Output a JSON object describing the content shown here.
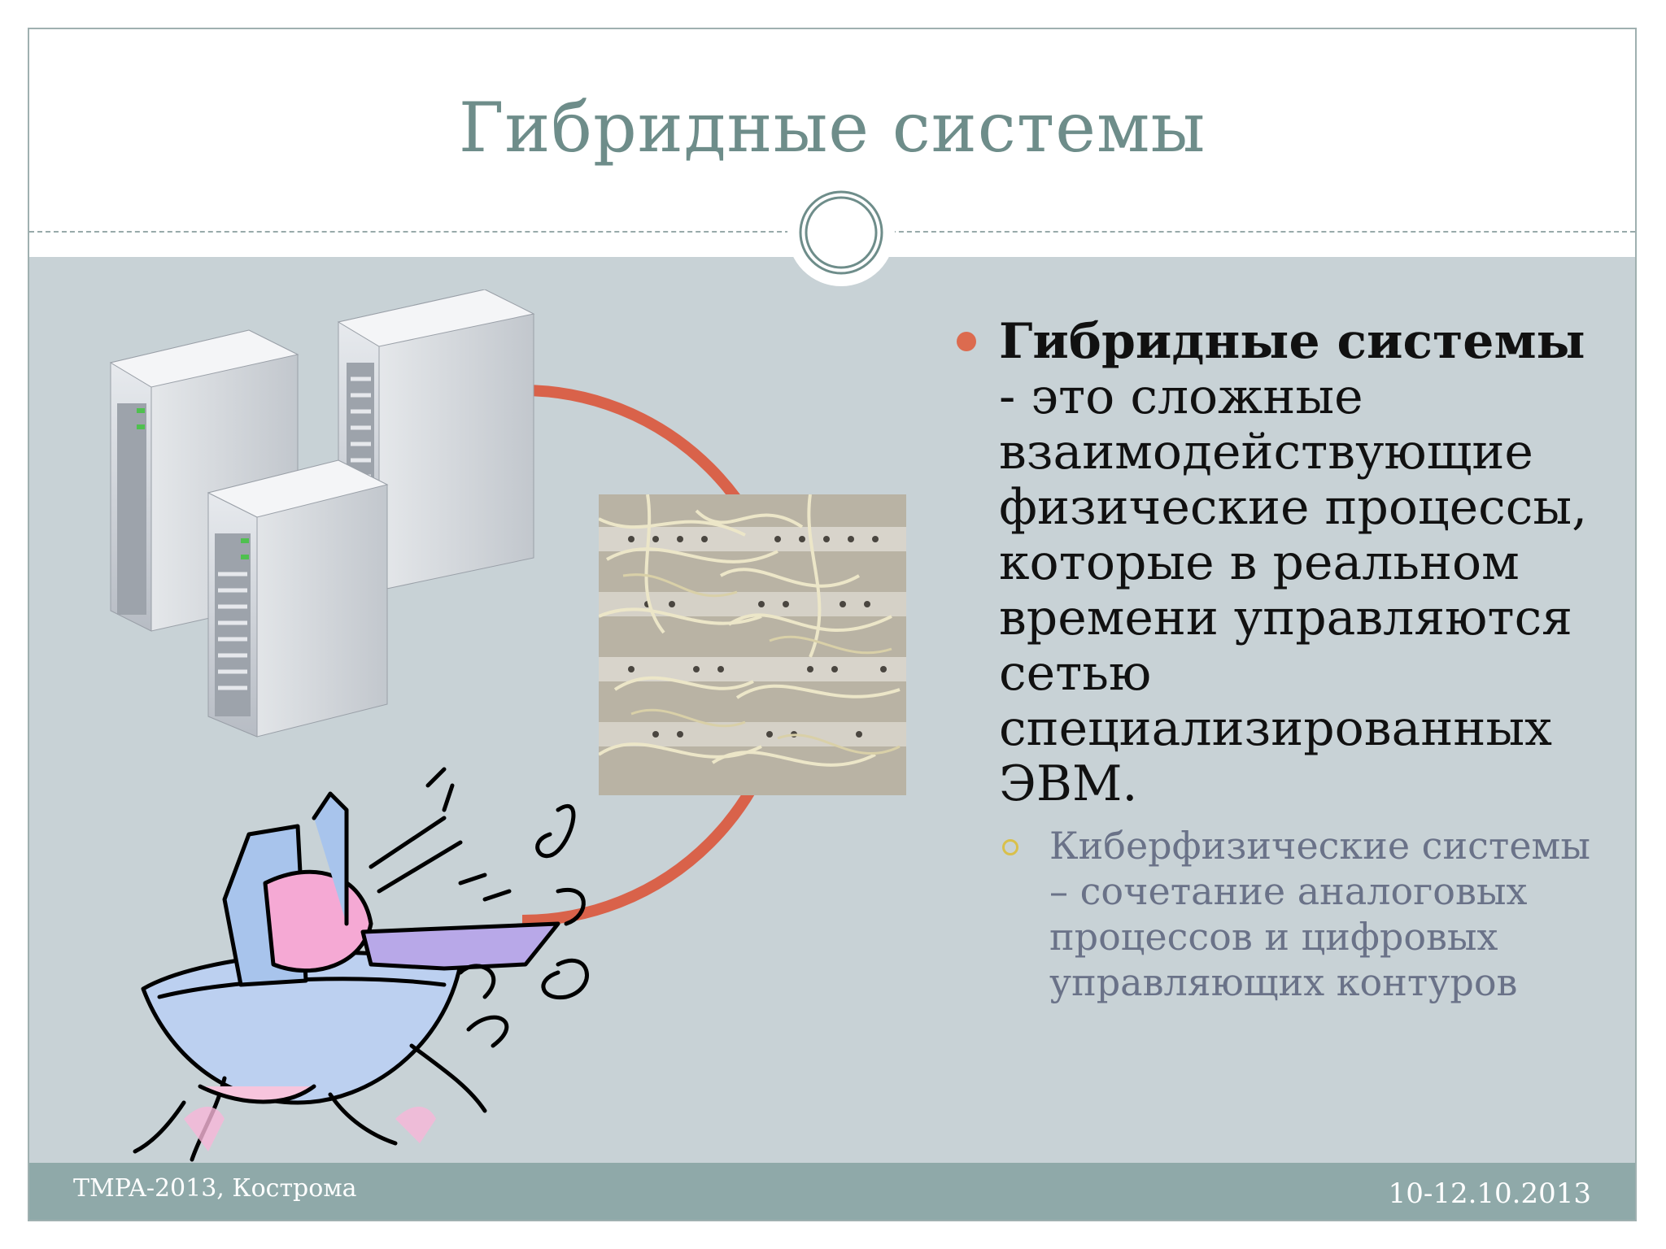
{
  "slide": {
    "title": "Гибридные системы",
    "bullet_main": {
      "term": "Гибридные системы",
      "rest": " - это сложные взаимодействующие физические процессы, которые в реальном времени управляются сетью специализированных ЭВМ."
    },
    "bullet_sub": "Киберфизические системы – сочетание аналоговых процессов и цифровых управляющих контуров"
  },
  "footer": {
    "left": "TMPA-2013, Кострома",
    "right": "10-12.10.2013"
  },
  "colors": {
    "title": "#6e8d8a",
    "background": "#c8d2d6",
    "footer": "#8fa9a9",
    "accent_arc": "#d9624a",
    "bullet_dot": "#dc6b4f",
    "sub_bullet_ring": "#d9c04b"
  },
  "icons": [
    "server-rack-icon",
    "cable-panel-photo",
    "machine-clipart-icon",
    "ring-ornament-icon"
  ]
}
